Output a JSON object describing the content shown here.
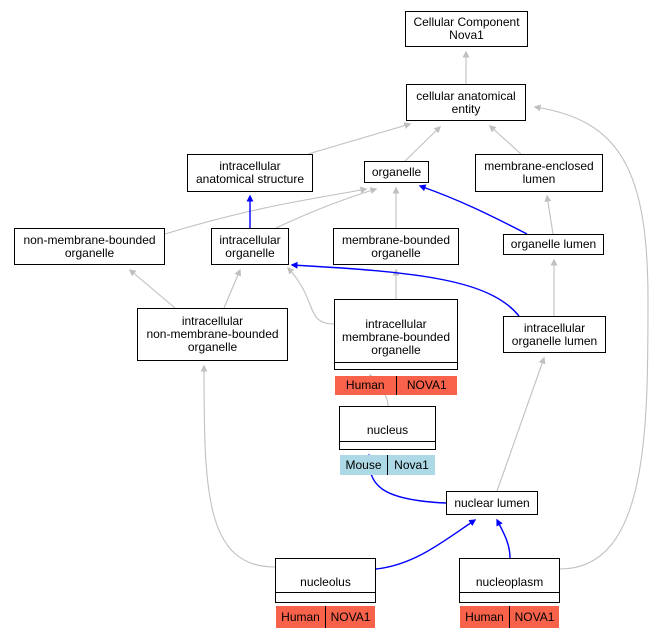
{
  "colors": {
    "gray_edge": "#c0c0c0",
    "blue_edge": "#0000ff",
    "human": "#f9624a",
    "mouse": "#add8e6"
  },
  "nodes": {
    "root": {
      "label": "Cellular Component\nNova1"
    },
    "cae": {
      "label": "cellular anatomical\nentity"
    },
    "ias": {
      "label": "intracellular\nanatomical structure"
    },
    "organelle": {
      "label": "organelle"
    },
    "mel": {
      "label": "membrane-enclosed\nlumen"
    },
    "nmbo": {
      "label": "non-membrane-bounded\norganelle"
    },
    "io": {
      "label": "intracellular\norganelle"
    },
    "mbo": {
      "label": "membrane-bounded\norganelle"
    },
    "ol": {
      "label": "organelle lumen"
    },
    "inmbo": {
      "label": "intracellular\nnon-membrane-bounded\norganelle"
    },
    "imbo": {
      "label": "intracellular\nmembrane-bounded\norganelle",
      "species": "Human",
      "gene": "NOVA1"
    },
    "iol": {
      "label": "intracellular\norganelle lumen"
    },
    "nucleus": {
      "label": "nucleus",
      "species": "Mouse",
      "gene": "Nova1"
    },
    "nuclum": {
      "label": "nuclear lumen"
    },
    "nucleolus": {
      "label": "nucleolus",
      "species": "Human",
      "gene": "NOVA1"
    },
    "nucleoplasm": {
      "label": "nucleoplasm",
      "species": "Human",
      "gene": "NOVA1"
    }
  },
  "edges": [
    {
      "from": "cae",
      "to": "root",
      "kind": "is_a"
    },
    {
      "from": "ias",
      "to": "cae",
      "kind": "is_a"
    },
    {
      "from": "organelle",
      "to": "cae",
      "kind": "is_a"
    },
    {
      "from": "mel",
      "to": "cae",
      "kind": "is_a"
    },
    {
      "from": "nucleoplasm",
      "to": "cae",
      "kind": "is_a"
    },
    {
      "from": "nmbo",
      "to": "organelle",
      "kind": "is_a"
    },
    {
      "from": "io",
      "to": "organelle",
      "kind": "is_a"
    },
    {
      "from": "mbo",
      "to": "organelle",
      "kind": "is_a"
    },
    {
      "from": "ol",
      "to": "organelle",
      "kind": "part_of"
    },
    {
      "from": "io",
      "to": "ias",
      "kind": "part_of"
    },
    {
      "from": "ol",
      "to": "mel",
      "kind": "is_a"
    },
    {
      "from": "inmbo",
      "to": "nmbo",
      "kind": "is_a"
    },
    {
      "from": "inmbo",
      "to": "io",
      "kind": "is_a"
    },
    {
      "from": "imbo",
      "to": "io",
      "kind": "is_a"
    },
    {
      "from": "imbo",
      "to": "mbo",
      "kind": "is_a"
    },
    {
      "from": "iol",
      "to": "io",
      "kind": "part_of"
    },
    {
      "from": "iol",
      "to": "ol",
      "kind": "is_a"
    },
    {
      "from": "nucleus",
      "to": "imbo",
      "kind": "is_a"
    },
    {
      "from": "nuclum",
      "to": "nucleus",
      "kind": "part_of"
    },
    {
      "from": "nuclum",
      "to": "iol",
      "kind": "is_a"
    },
    {
      "from": "nucleolus",
      "to": "inmbo",
      "kind": "is_a"
    },
    {
      "from": "nucleolus",
      "to": "nuclum",
      "kind": "part_of"
    },
    {
      "from": "nucleoplasm",
      "to": "nuclum",
      "kind": "part_of"
    }
  ]
}
